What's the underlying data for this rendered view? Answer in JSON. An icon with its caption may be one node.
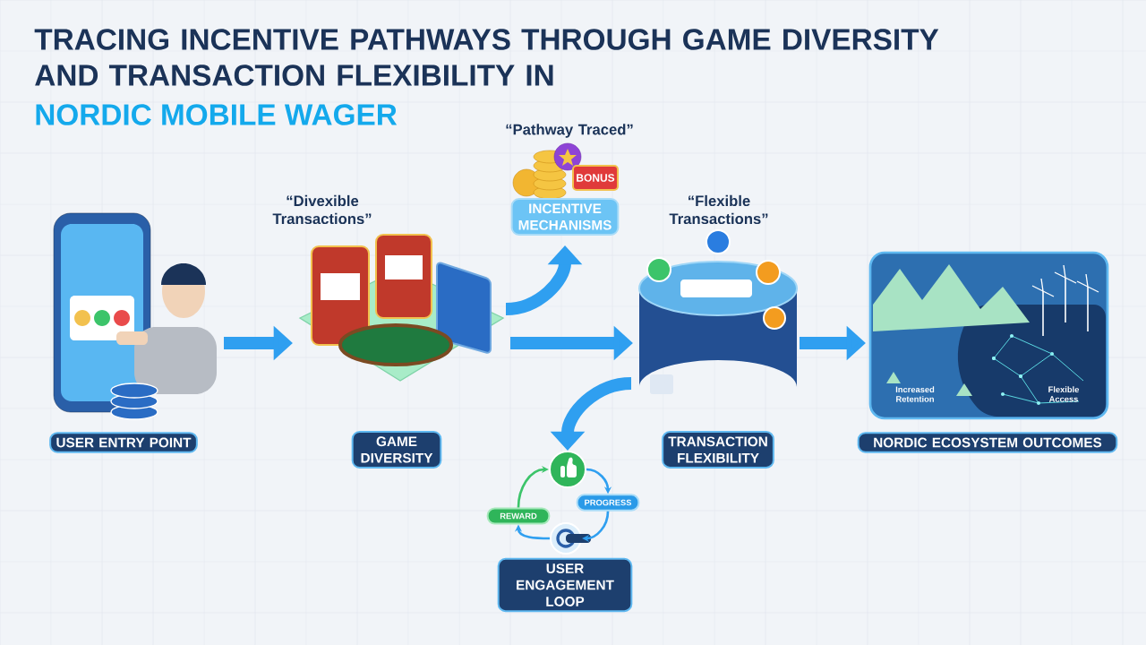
{
  "diagram": {
    "title": "TRACING INCENTIVE PATHWAYS THROUGH GAME DIVERSITY AND TRANSACTION FLEXIBILITY IN",
    "nodes": [
      {
        "text": [
          "USER ENTRY POINT"
        ]
      },
      {
        "text": [
          "GAME DIVERSITY"
        ],
        "beside": [
          "“Divexible Transactions”"
        ]
      },
      {
        "text": [
          "INCENTIVE MECHANISMS"
        ],
        "beside": [
          "“Pathway Traced”"
        ]
      },
      {
        "text": [
          "TRANSACTION FLEXIBILITY"
        ],
        "beside": [
          "“Flexible Transactions”"
        ]
      },
      {
        "text": [
          "NORDIC ECOSYSTEM OUTCOMES"
        ]
      },
      {
        "text": [
          "USER ENGAGEMENT LOOP"
        ]
      },
      {
        "text": [],
        "shape": "picture"
      },
      {
        "text": [
          "PROGRESS"
        ]
      },
      {
        "text": [],
        "shape": "picture"
      },
      {
        "text": [
          "REWARD"
        ]
      }
    ],
    "edges": [
      {
        "from": 0,
        "to": 1,
        "arrow": "to"
      },
      {
        "from": 1,
        "to": 2,
        "arrow": "to"
      },
      {
        "from": 1,
        "to": 3,
        "arrow": "to"
      },
      {
        "from": 3,
        "to": 4,
        "arrow": "to"
      },
      {
        "from": 3,
        "to": 6,
        "arrow": "to"
      },
      {
        "from": 6,
        "to": 7,
        "arrow": "to"
      },
      {
        "from": 7,
        "to": 8,
        "arrow": "to"
      },
      {
        "from": 8,
        "to": 9,
        "arrow": "to"
      },
      {
        "from": 9,
        "to": 6,
        "arrow": "to",
        "color": "#3cc46a"
      }
    ],
    "labels": [
      "NORDIC MOBILE WAGER",
      "BONUS",
      "Increased Retention",
      "Flexible Access"
    ]
  }
}
